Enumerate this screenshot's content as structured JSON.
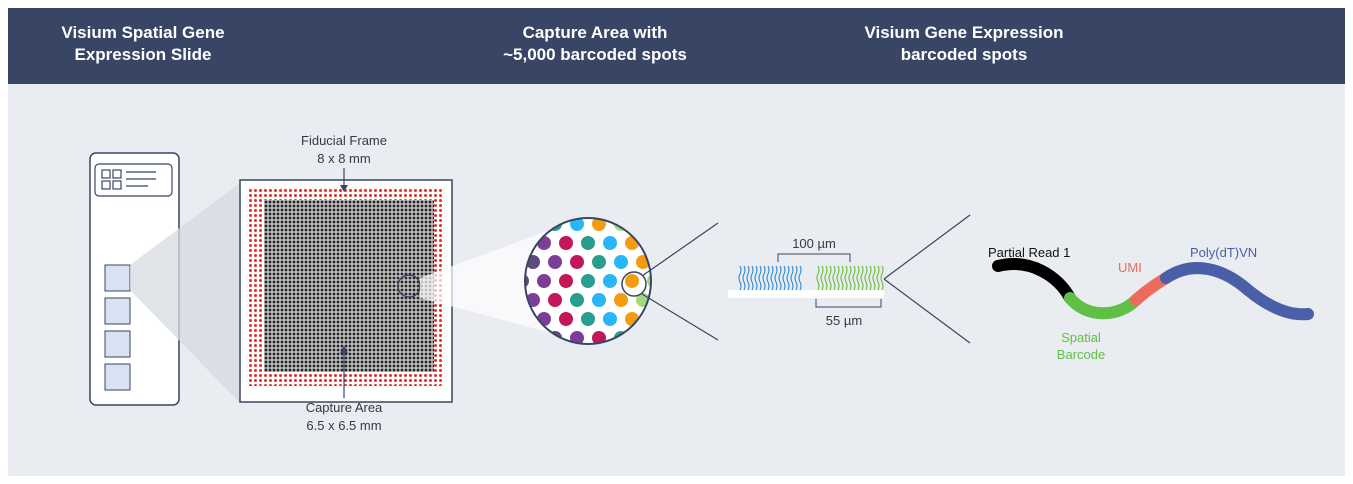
{
  "header": {
    "col1": "Visium Spatial Gene\nExpression Slide",
    "col2": "Capture Area with\n~5,000 barcoded spots",
    "col3": "Visium Gene Expression\nbarcoded spots"
  },
  "labels": {
    "fiducial_title": "Fiducial Frame",
    "fiducial_size": "8 x 8 mm",
    "capture_title": "Capture Area",
    "capture_size": "6.5 x 6.5 mm",
    "spacing": "100 µm",
    "spot_diameter": "55 µm",
    "partial_read": "Partial Read 1",
    "umi": "UMI",
    "polydt": "Poly(dT)VN",
    "spatial": "Spatial",
    "barcode": "Barcode"
  },
  "colors": {
    "header_bg": "#384564",
    "panel_bg": "#e9ecf0",
    "fiducial_red": "#e0302a",
    "strand_blue": "#3a8fd0",
    "strand_green": "#72bf44",
    "partial_read": "#000000",
    "spatial_barcode": "#5fbf46",
    "umi": "#ee6a5c",
    "polydt": "#4a5fa8"
  },
  "icons": [
    "slide-grid-icon",
    "slide-lines-icon"
  ]
}
